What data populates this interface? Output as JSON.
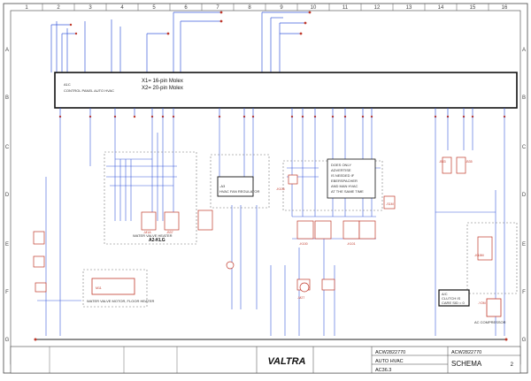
{
  "frame": {
    "columns": [
      "1",
      "2",
      "3",
      "4",
      "5",
      "6",
      "7",
      "8",
      "9",
      "10",
      "11",
      "12",
      "13",
      "14",
      "15",
      "16"
    ],
    "rows": [
      "A",
      "B",
      "C",
      "D",
      "E",
      "F",
      "G"
    ]
  },
  "molex": {
    "line1": "X1= 16-pin Molex",
    "line2": "X2= 20-pin Molex",
    "ref": "A1C",
    "panel_label": "CONTROL PANEL AUTO HVAC"
  },
  "relays": {
    "a2": {
      "name": "A2-KLG",
      "valve_label": "WATER VALVE HEATER",
      "k1": "-M1A",
      "k2": "-B37"
    },
    "fan_reg": {
      "name": "-A3",
      "label": "HVAC FAN REGULATOR"
    },
    "k100": "-K100",
    "k101": "-K101",
    "k106": "-K106",
    "s1m": "-S1M",
    "k18m": "-K18M",
    "b33": "-B33",
    "b35": "-B35",
    "m27": "-M27"
  },
  "motor": {
    "ref": "M11",
    "label": "WATER VALVE MOTOR, FLOOR HEATER"
  },
  "note_box": {
    "lines": [
      "DOES ONLY",
      "ADVERTISE",
      "IS NEEDED IF",
      "EBERSPACHER",
      "AND MAN HVAC",
      "AT THE SAME TIME"
    ]
  },
  "compressor": {
    "ref": "-Y2M",
    "label": "AC COMPRESSOR",
    "box": [
      "A/C",
      "CLUTCH IS",
      "CARE SID = 0"
    ]
  },
  "title_block": {
    "brand": "VALTRA",
    "doc1": "ACW2822770",
    "doc2": "ACW2822770",
    "desc1": "AUTO HVAC",
    "desc2": "AC36.3",
    "schema": "SCHEMA",
    "sheet": "2"
  }
}
